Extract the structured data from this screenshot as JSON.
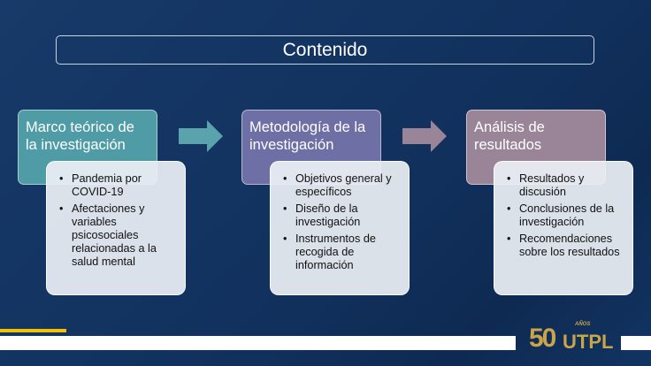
{
  "title": "Contenido",
  "colors": {
    "background": "#133462",
    "step1": "#4f9ba6",
    "step2": "#6e6fa5",
    "step3": "#9a8598",
    "arrow1": "#5aa3ad",
    "arrow2": "#9a8598"
  },
  "steps": [
    {
      "heading": "Marco teórico de la investigación",
      "items": [
        "Pandemia por COVID-19",
        "Afectaciones y variables psicosociales relacionadas a la salud mental"
      ]
    },
    {
      "heading": "Metodología de la investigación",
      "items": [
        "Objetivos general y específicos",
        "Diseño de la investigación",
        "Instrumentos de recogida de información"
      ]
    },
    {
      "heading": "Análisis de resultados",
      "items": [
        "Resultados y discusión",
        "Conclusiones de la investigación",
        "Recomendaciones sobre los resultados"
      ]
    }
  ],
  "logo": {
    "number": "50",
    "years": "AÑOS",
    "brand": "UTPL"
  }
}
